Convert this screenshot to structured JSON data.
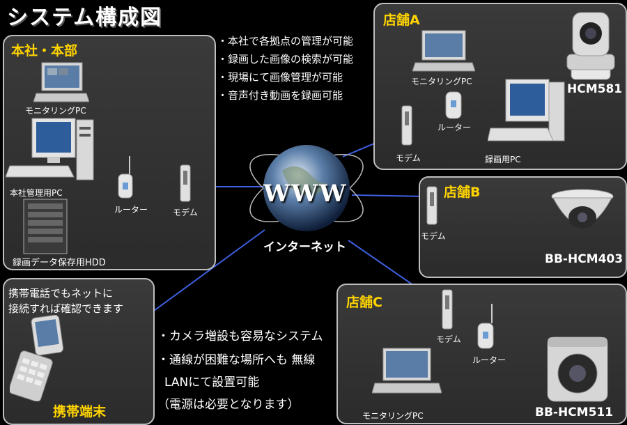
{
  "title": "システム構成図",
  "hq": {
    "title": "本社・本部",
    "monitor_label": "モニタリングPC",
    "admin_label": "本社管理用PC",
    "router_label": "ルーター",
    "modem_label": "モデム",
    "hdd_label": "録画データ保存用HDD"
  },
  "features_top": [
    "・本社で各拠点の管理が可能",
    "・録画した画像の検索が可能",
    "・現場にて画像管理が可能",
    "・音声付き動画を録画可能"
  ],
  "internet": {
    "www": "WWW",
    "label": "インターネット"
  },
  "store_a": {
    "title": "店舗A",
    "monitor_label": "モニタリングPC",
    "camera": "HCM581",
    "router_label": "ルーター",
    "modem_label": "モデム",
    "rec_label": "録画用PC"
  },
  "store_b": {
    "title": "店舗B",
    "modem_label": "モデム",
    "camera": "BB-HCM403"
  },
  "store_c": {
    "title": "店舗C",
    "modem_label": "モデム",
    "router_label": "ルーター",
    "camera": "BB-HCM511",
    "monitor_label": "モニタリングPC"
  },
  "mobile": {
    "line1": "携帯電話でもネットに",
    "line2": "接続すれば確認できます",
    "label": "携帯端末"
  },
  "features_bottom": [
    "・カメラ増設も容易なシステム",
    "・通線が困難な場所へも 無線",
    "LANにて設置可能",
    "（電源は必要となります）"
  ],
  "colors": {
    "accent": "#ffd400",
    "line": "#3f5fe0",
    "panel_border": "#bfbfbf"
  }
}
